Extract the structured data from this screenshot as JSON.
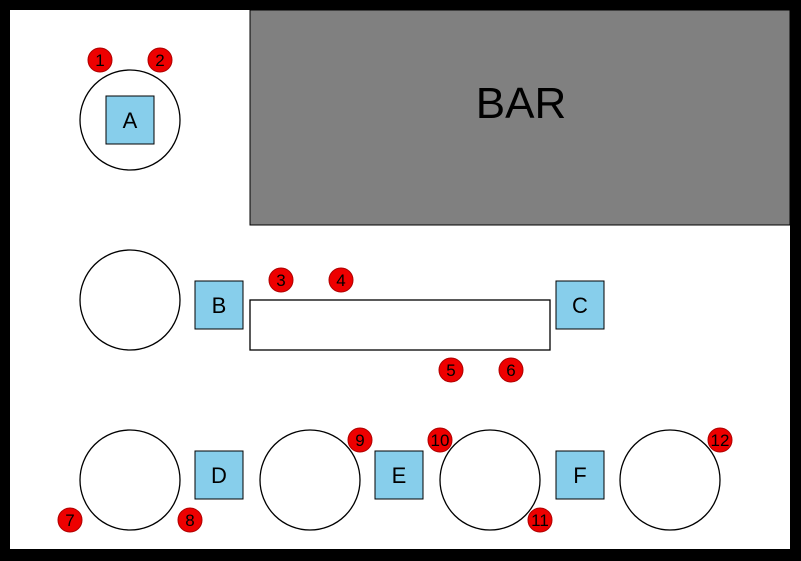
{
  "bar": {
    "label": "BAR",
    "color": "#808080"
  },
  "colors": {
    "frame": "#000000",
    "floor": "#ffffff",
    "station_fill": "#87ceeb",
    "marker_fill": "#ee0000",
    "marker_stroke": "#b00000"
  },
  "stations": [
    {
      "id": "A",
      "label": "A"
    },
    {
      "id": "B",
      "label": "B"
    },
    {
      "id": "C",
      "label": "C"
    },
    {
      "id": "D",
      "label": "D"
    },
    {
      "id": "E",
      "label": "E"
    },
    {
      "id": "F",
      "label": "F"
    }
  ],
  "markers": [
    "1",
    "2",
    "3",
    "4",
    "5",
    "6",
    "7",
    "8",
    "9",
    "10",
    "11",
    "12"
  ]
}
